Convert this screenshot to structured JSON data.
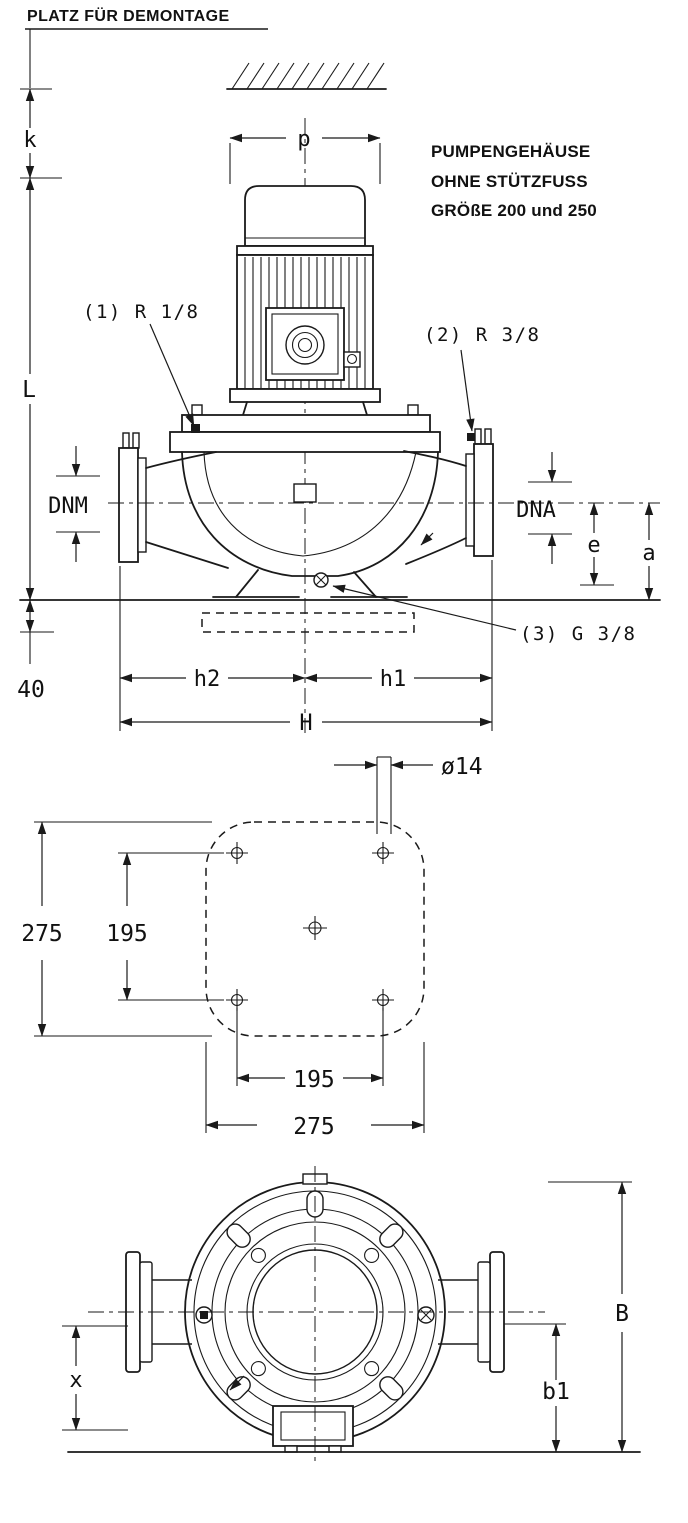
{
  "drawing": {
    "title": "PLATZ FÜR DEMONTAGE",
    "note_lines": [
      "PUMPENGEHÄUSE",
      "OHNE STÜTZFUSS",
      "GRÖßE 200 und 250"
    ],
    "callouts": {
      "plug1": "(1) R 1/8",
      "plug2": "(2) R 3/8",
      "plug3": "(3) G 3/8"
    },
    "side_view": {
      "dim_k": "k",
      "dim_p": "p",
      "dim_L": "L",
      "dim_dnm": "DNM",
      "dim_dna": "DNA",
      "dim_e": "e",
      "dim_a": "a",
      "dim_40": "40",
      "dim_h2": "h2",
      "dim_h1": "h1",
      "dim_H": "H"
    },
    "plan_view": {
      "dim_hole": "ø14",
      "dim_outer_v": "275",
      "dim_inner_v": "195",
      "dim_inner_h": "195",
      "dim_outer_h": "275"
    },
    "front_view": {
      "dim_B": "B",
      "dim_b1": "b1",
      "dim_x": "x"
    },
    "colors": {
      "line": "#1a1a1a",
      "text": "#111111",
      "background": "#ffffff"
    }
  }
}
